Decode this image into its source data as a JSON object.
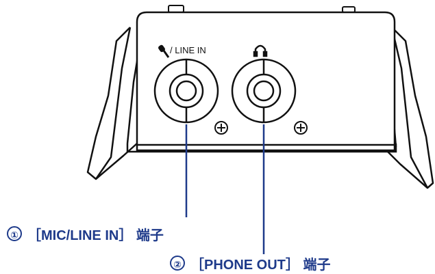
{
  "panel": {
    "mic_line_label": "/ LINE IN"
  },
  "callouts": [
    {
      "number": "①",
      "text": "［MIC/LINE IN］ 端子"
    },
    {
      "number": "②",
      "text": "［PHONE OUT］ 端子"
    }
  ],
  "colors": {
    "callout": "#1e3a8a",
    "outline": "#111111"
  },
  "icons": {
    "mic": "microphone-icon",
    "headphones": "headphones-icon",
    "screw": "screw-icon"
  }
}
